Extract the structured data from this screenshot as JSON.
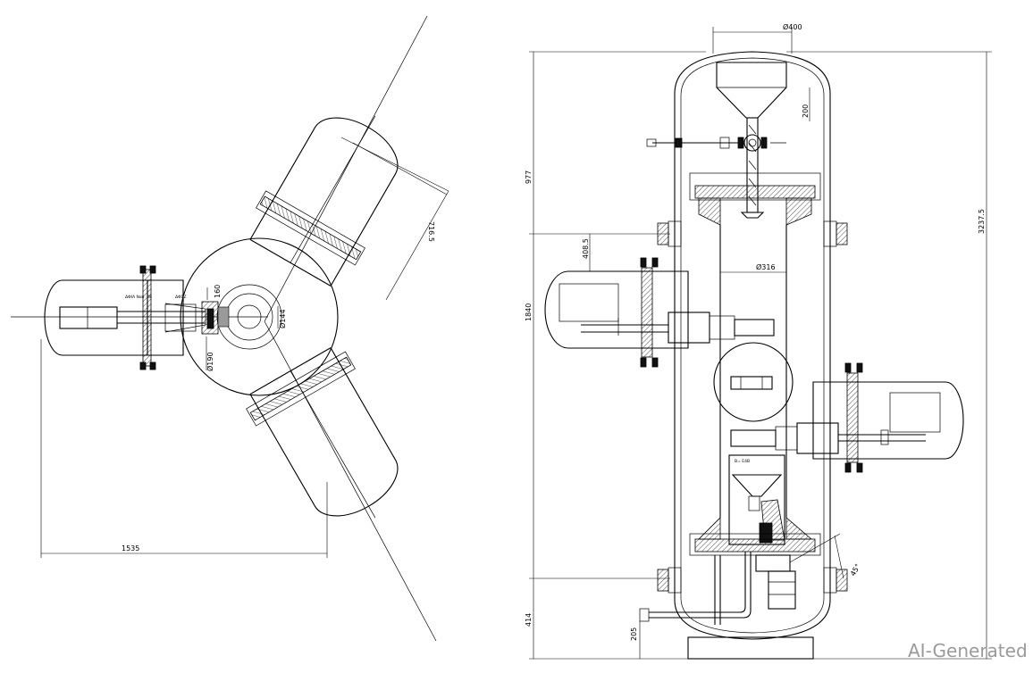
{
  "plan_view": {
    "dimensions": {
      "overall_width": "1535",
      "pipe_length": "716.5",
      "center_diameter": "Ø144",
      "nozzle_diameter": "Ø190",
      "offset": "160"
    },
    "small_labels": [
      "ΔΦΙΑ Ναυ. 38",
      "ΔΦΣΖ"
    ]
  },
  "elevation_view": {
    "dimensions": {
      "top_diameter": "Ø400",
      "hopper_depth": "200",
      "upper_height": "977",
      "lower_height": "414",
      "bottom_height": "205",
      "middle_height": "1840",
      "total_height": "3237.5",
      "arm_length": "408.5",
      "inner_diameter": "Ø316",
      "angle": "45°"
    },
    "small_labels": [
      "Β= Ε4Β"
    ]
  },
  "watermark": "AI-Generated"
}
